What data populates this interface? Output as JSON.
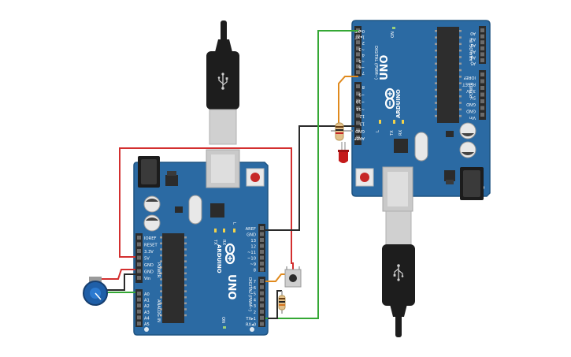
{
  "boards": {
    "board1": {
      "brand": "ARDUINO",
      "model": "UNO",
      "on_label": "ON",
      "tx_label": "TX",
      "rx_label": "RX",
      "l_label": "L",
      "digital_label": "DIGITAL (PWM~)",
      "power_label": "POWER",
      "analog_label": "ANALOG IN",
      "top_header_labels": [
        "AREF",
        "GND",
        "13",
        "12",
        "~11",
        "~10",
        "~9",
        "8"
      ],
      "bottom_header_labels": [
        "7",
        "~6",
        "~5",
        "4",
        "~3",
        "2",
        "TX▸1",
        "RX◂0"
      ],
      "power_labels": [
        "IOREF",
        "RESET",
        "3.3V",
        "5V",
        "GND",
        "GND",
        "Vin"
      ],
      "analog_labels": [
        "A0",
        "A1",
        "A2",
        "A3",
        "A4",
        "A5"
      ]
    },
    "board2": {
      "brand": "ARDUINO",
      "model": "UNO",
      "on_label": "ON",
      "tx_label": "TX",
      "rx_label": "RX",
      "l_label": "L",
      "digital_label": "DIGITAL (PWM~)",
      "power_label": "POWER",
      "analog_label": "ANALOG IN",
      "digital_labels": [
        "0◂XR",
        "1▸XT",
        "2",
        "~3",
        "4",
        "~5",
        "~6",
        "7",
        "8",
        "~9",
        "~10",
        "~11",
        "12",
        "13",
        "GND",
        "AREF"
      ],
      "power_labels": [
        "IOREF",
        "RESET",
        "3.3V",
        "5V",
        "GND",
        "GND",
        "Vin"
      ],
      "analog_labels": [
        "A0",
        "A1",
        "A2",
        "A3",
        "A4",
        "A5"
      ]
    }
  },
  "colors": {
    "board": "#2b6aa3",
    "board_edge": "#1f5482",
    "header": "#2b2b2b",
    "chip": "#2d2d2d",
    "usb_cable": "#1d1d1d",
    "usb_plug": "#c8c8c8",
    "wire_red": "#d32f2f",
    "wire_green": "#35a835",
    "wire_black": "#2a2a2a",
    "wire_orange": "#e08a1e",
    "led": "#c41a1a",
    "potentiometer": "#1f5fa8"
  },
  "icons": [
    "usb-icon",
    "usb-icon",
    "arduino-infinity-logo",
    "arduino-infinity-logo"
  ],
  "components": [
    "arduino-uno-board",
    "arduino-uno-board",
    "usb-cable",
    "usb-cable",
    "potentiometer",
    "pushbutton",
    "resistor",
    "resistor",
    "led"
  ]
}
